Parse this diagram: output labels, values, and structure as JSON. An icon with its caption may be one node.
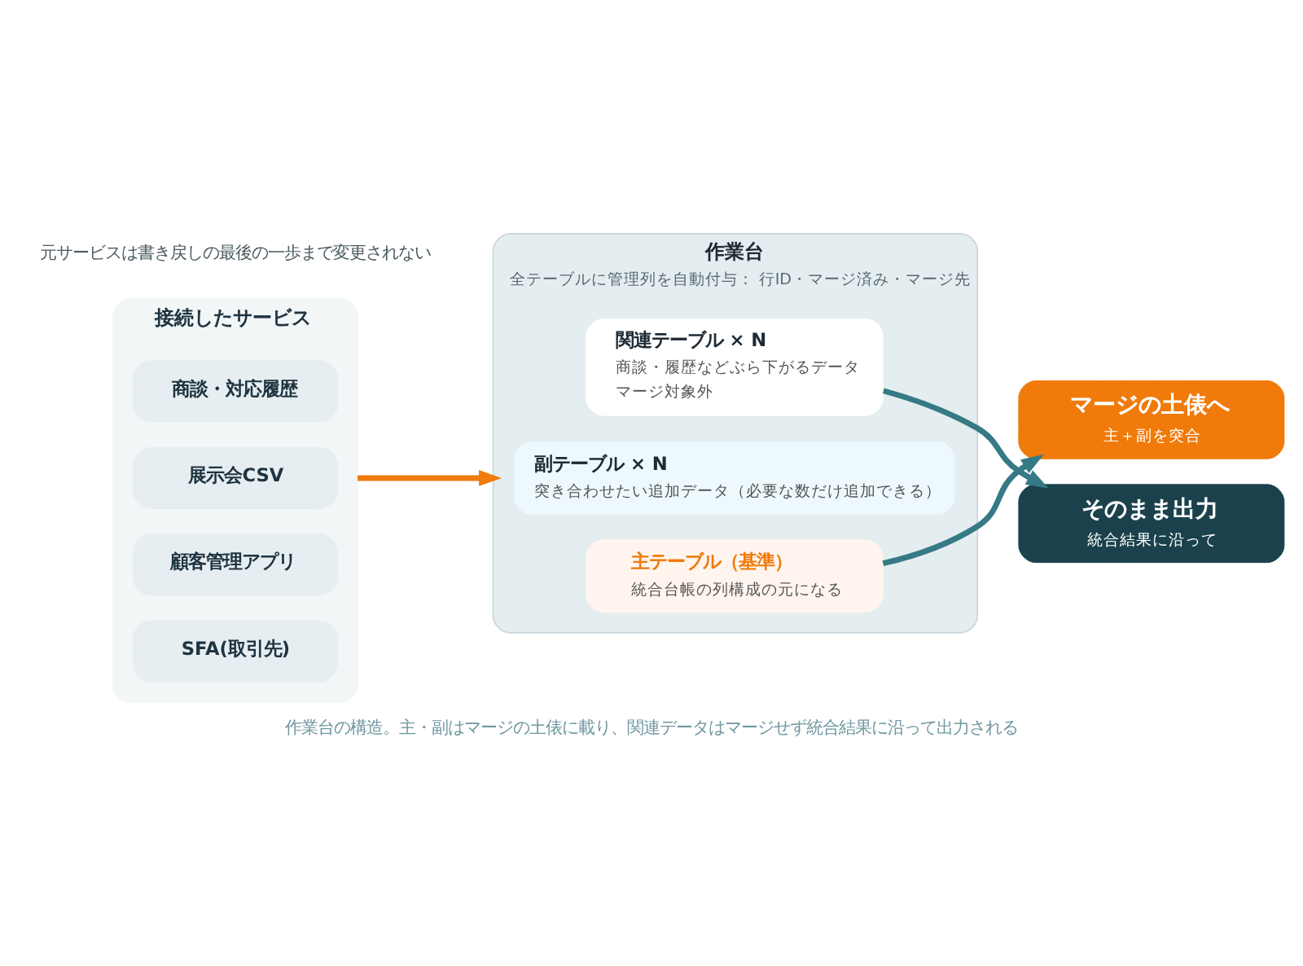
{
  "diagram": {
    "caption": "作業台の構造。主・副はマージの土俵に載り、関連データはマージせず統合結果に沿って出力される",
    "nodes": [
      {
        "text": [
          "接続したサービス"
        ]
      },
      {
        "text": [
          "SFA(取引先)"
        ],
        "in": 0
      },
      {
        "text": [
          "顧客管理アプリ"
        ],
        "in": 0
      },
      {
        "text": [
          "展示会CSV"
        ],
        "in": 0
      },
      {
        "text": [
          "商談・対応履歴"
        ],
        "in": 0
      },
      {
        "text": [
          "作業台",
          "全テーブルに管理列を自動付与： 行ID・マージ済み・マージ先"
        ]
      },
      {
        "text": [
          "主テーブル（基準）",
          "統合台帳の列構成の元になる"
        ],
        "in": 5
      },
      {
        "text": [
          "副テーブル × N",
          "突き合わせたい追加データ（必要な数だけ追加できる）"
        ],
        "in": 5
      },
      {
        "text": [
          "関連テーブル × N",
          "商談・履歴などぶら下がるデータ",
          "マージ対象外"
        ],
        "in": 5
      },
      {
        "text": [
          "マージの土俵へ",
          "主＋副を突合"
        ]
      },
      {
        "text": [
          "そのまま出力",
          "統合結果に沿って"
        ]
      }
    ],
    "edges": [
      {
        "from": 0,
        "to": 5,
        "arrow": "to",
        "color": "#f07a0a"
      },
      {
        "from": 6,
        "to": 9,
        "arrow": "to"
      },
      {
        "from": 8,
        "to": 10,
        "arrow": "to"
      }
    ],
    "labels": [
      "元サービスは書き戻しの最後の一歩まで変更されない"
    ]
  }
}
